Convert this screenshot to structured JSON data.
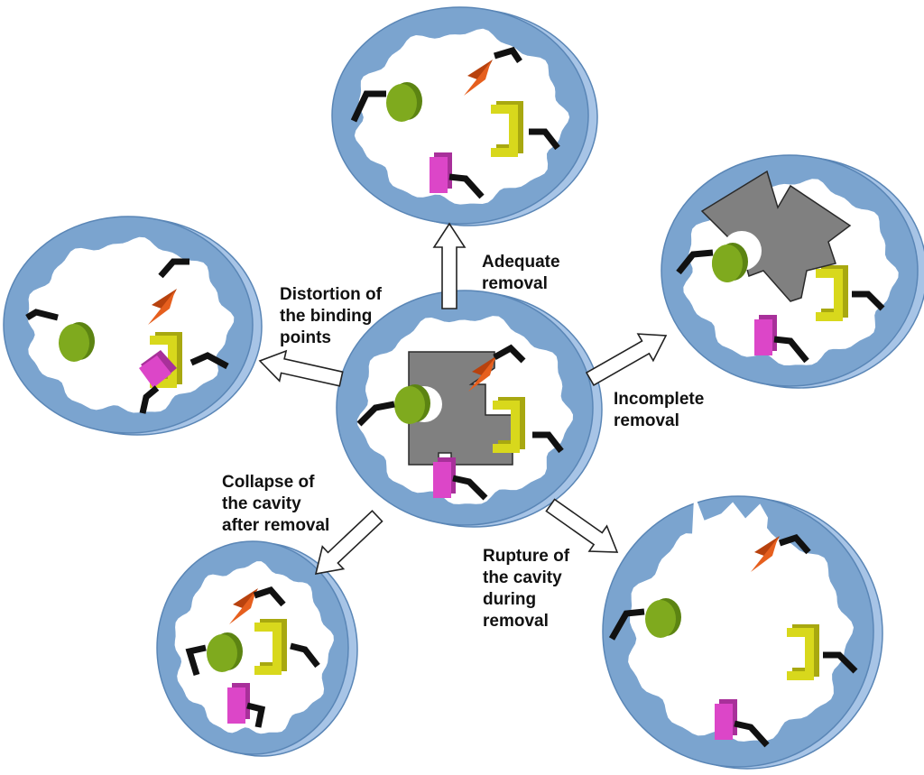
{
  "colors": {
    "ring": "#7ba4cf",
    "ring_side": "#a7c4e6",
    "ring_edge": "#5a86b6",
    "template": "#808080",
    "green": "#7faa1e",
    "orange": "#e65f1e",
    "yellow": "#d8d81c",
    "magenta": "#dc46c8",
    "arm": "#111111"
  },
  "labels": {
    "adequate": [
      "Adequate",
      "removal"
    ],
    "distortion": [
      "Distortion of",
      "the binding",
      "points"
    ],
    "incomplete": [
      "Incomplete",
      "removal"
    ],
    "collapse": [
      "Collapse of",
      "the cavity",
      "after removal"
    ],
    "rupture": [
      "Rupture of",
      "the cavity",
      "during",
      "removal"
    ]
  }
}
